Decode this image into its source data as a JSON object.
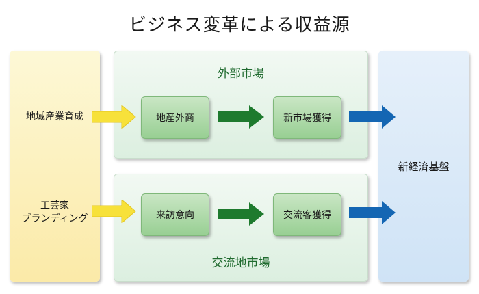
{
  "title": "ビジネス変革による収益源",
  "left_panel": {
    "top_label": "地域産業育成",
    "bottom_label_line1": "工芸家",
    "bottom_label_line2": "ブランディング"
  },
  "right_panel": {
    "label": "新経済基盤"
  },
  "top_group": {
    "label": "外部市場",
    "box1": "地産外商",
    "box2": "新市場獲得"
  },
  "bottom_group": {
    "label": "交流地市場",
    "box1": "来訪意向",
    "box2": "交流客獲得"
  },
  "colors": {
    "yellow_arrow": "#f7e13a",
    "green_arrow": "#1e7a2e",
    "blue_arrow": "#1466b3",
    "group_label": "#1f6a2e"
  }
}
